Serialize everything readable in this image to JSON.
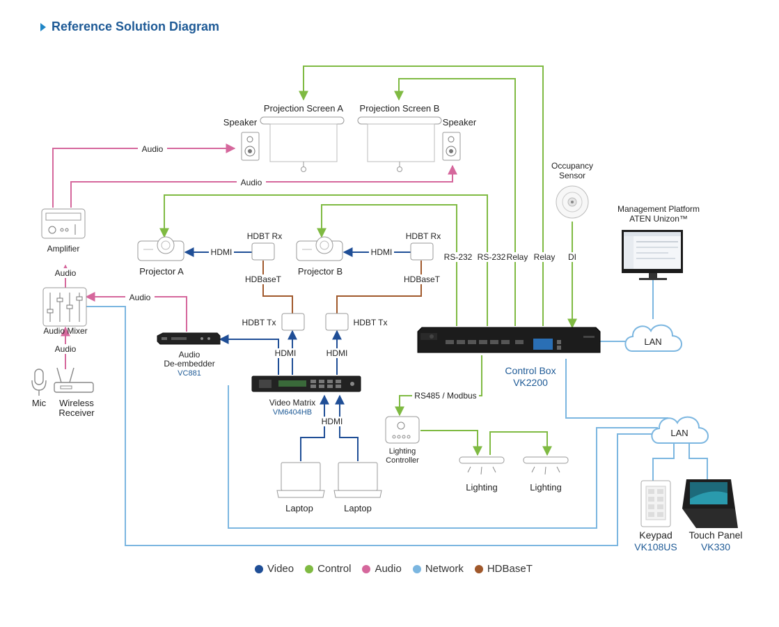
{
  "heading": {
    "title": "Reference Solution Diagram"
  },
  "colors": {
    "video": "#1f4e96",
    "control": "#7fba42",
    "audio": "#d5679c",
    "network": "#7bb6e0",
    "hdbaset": "#a0582b",
    "model": "#1e5a96"
  },
  "labels": {
    "projection_screen_a": "Projection Screen A",
    "projection_screen_b": "Projection Screen B",
    "speaker": "Speaker",
    "audio": "Audio",
    "occupancy_sensor_line1": "Occupancy",
    "occupancy_sensor_line2": "Sensor",
    "management_line1": "Management Platform",
    "management_line2": "ATEN Unizon™",
    "amplifier": "Amplifier",
    "audio_mixer": "Audio Mixer",
    "mic": "Mic",
    "wireless_receiver_line1": "Wireless",
    "wireless_receiver_line2": "Receiver",
    "projector_a": "Projector A",
    "projector_b": "Projector B",
    "hdmi": "HDMI",
    "hdbt_rx": "HDBT Rx",
    "hdbt_tx": "HDBT Tx",
    "hdbaset": "HDBaseT",
    "rs232": "RS-232",
    "relay": "Relay",
    "di": "DI",
    "lan": "LAN",
    "audio_deembedder_line1": "Audio",
    "audio_deembedder_line2": "De-embedder",
    "audio_deembedder_model": "VC881",
    "video_matrix": "Video Matrix",
    "video_matrix_model": "VM6404HB",
    "control_box": "Control Box",
    "control_box_model": "VK2200",
    "rs485": "RS485 / Modbus",
    "lighting_controller_line1": "Lighting",
    "lighting_controller_line2": "Controller",
    "lighting": "Lighting",
    "laptop": "Laptop",
    "keypad": "Keypad",
    "keypad_model": "VK108US",
    "touch_panel": "Touch Panel",
    "touch_panel_model": "VK330"
  },
  "legend": [
    {
      "label": "Video",
      "color": "#1f4e96"
    },
    {
      "label": "Control",
      "color": "#7fba42"
    },
    {
      "label": "Audio",
      "color": "#d5679c"
    },
    {
      "label": "Network",
      "color": "#7bb6e0"
    },
    {
      "label": "HDBaseT",
      "color": "#a0582b"
    }
  ]
}
